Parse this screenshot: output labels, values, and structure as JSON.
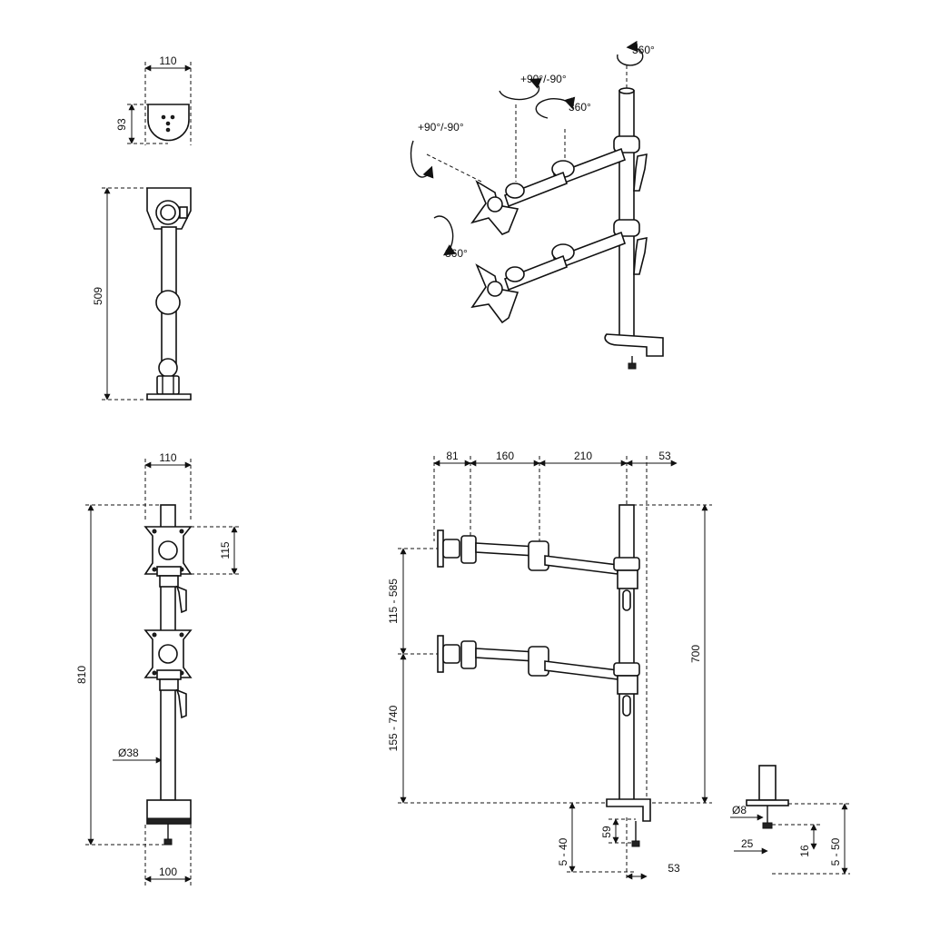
{
  "views": {
    "top": {
      "width": "110",
      "depth": "93"
    },
    "side": {
      "height": "509"
    },
    "iso": {
      "pole_rotation": "360°",
      "arm_rotation": "360°",
      "tilt_vertical": "+90°/-90°",
      "tilt_horizontal": "+90°/-90°",
      "plate_rotation": "360°"
    },
    "front": {
      "width_top": "110",
      "vesa": "115",
      "total_height": "810",
      "pole_diameter": "Ø38",
      "base_width": "100"
    },
    "profile": {
      "seg_81": "81",
      "seg_160": "160",
      "seg_210": "210",
      "seg_53_top": "53",
      "upper_range": "115 - 585",
      "lower_range": "155 - 740",
      "pole_height": "700",
      "clamp_range": "5 - 40",
      "clamp_depth": "59",
      "clamp_offset": "53"
    },
    "grommet": {
      "bolt_diameter": "Ø8",
      "washer": "25",
      "thickness": "16",
      "desk_range": "5 - 50"
    }
  }
}
